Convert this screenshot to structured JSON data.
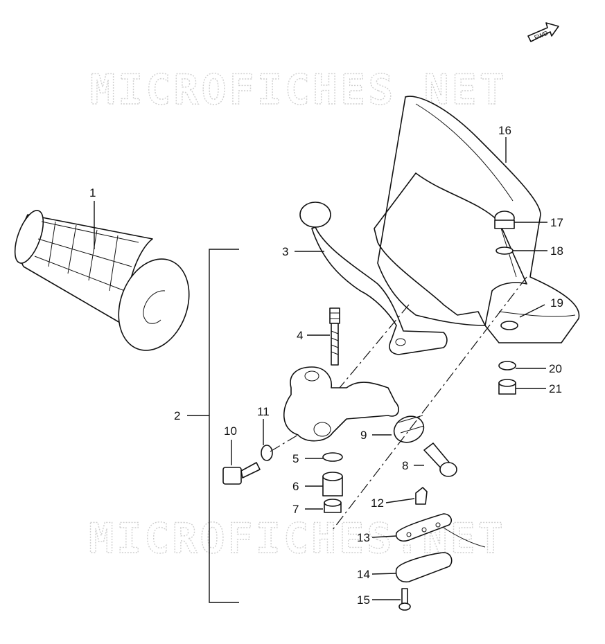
{
  "watermark": "MICROFICHES.NET",
  "fwd_label": "FWD",
  "callouts": {
    "p1": "1",
    "p2": "2",
    "p3": "3",
    "p4": "4",
    "p5": "5",
    "p6": "6",
    "p7": "7",
    "p8": "8",
    "p9": "9",
    "p10": "10",
    "p11": "11",
    "p12": "12",
    "p13": "13",
    "p14": "14",
    "p15": "15",
    "p16": "16",
    "p17": "17",
    "p18": "18",
    "p19": "19",
    "p20": "20",
    "p21": "21"
  }
}
